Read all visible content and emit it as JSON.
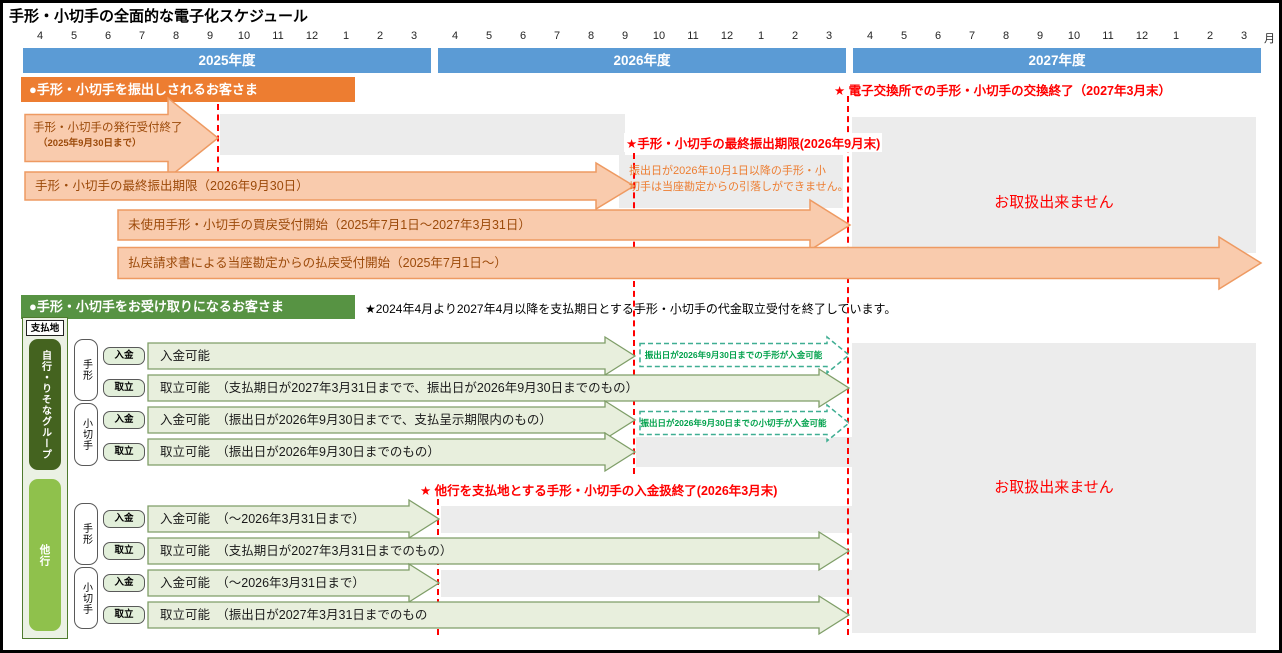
{
  "title": "手形・小切手の全面的な電子化スケジュール",
  "timeline": {
    "months": [
      "4",
      "5",
      "6",
      "7",
      "8",
      "9",
      "10",
      "11",
      "12",
      "1",
      "2",
      "3"
    ],
    "month_unit": "月",
    "years": [
      "2025年度",
      "2026年度",
      "2027年度"
    ]
  },
  "common": {
    "not_available": "お取扱出来ません"
  },
  "issuer": {
    "header": "●手形・小切手を振出しされるお客さま",
    "milestone_exchange_end": "★ 電子交換所での手形・小切手の交換終了（2027年3月末）",
    "milestone_final_issue": "★手形・小切手の最終振出期限(2026年9月末)",
    "note": [
      "振出日が2026年10月1日以降の手形・小",
      "切手は当座勘定からの引落しができません。"
    ],
    "arrows": [
      {
        "line1": "手形・小切手の発行受付終了",
        "line2": "（2025年9月30日まで）"
      },
      {
        "label": "手形・小切手の最終振出期限（2026年9月30日）"
      },
      {
        "label": "未使用手形・小切手の買戻受付開始（2025年7月1日～2027年3月31日）"
      },
      {
        "label": "払戻請求書による当座勘定からの払戻受付開始（2025年7月1日～）"
      }
    ]
  },
  "receiver": {
    "header": "●手形・小切手をお受け取りになるお客さま",
    "note_2024": "★2024年4月より2027年4月以降を支払期日とする手形・小切手の代金取立受付を終了しています。",
    "payment_place": "支払地",
    "own_bank": {
      "bank_label": "自行・りそなグループ",
      "rows": [
        {
          "category": "手形",
          "type": "入金",
          "label": "入金可能"
        },
        {
          "category": "手形",
          "type": "取立",
          "label": "取立可能　（支払期日が2027年3月31日までで、振出日が2026年9月30日までのもの）"
        },
        {
          "category": "小切手",
          "type": "入金",
          "label": "入金可能　（振出日が2026年9月30日までで、支払呈示期限内のもの）"
        },
        {
          "category": "小切手",
          "type": "取立",
          "label": "取立可能　（振出日が2026年9月30日までのもの）"
        }
      ],
      "callouts": [
        "振出日が2026年9月30日までの手形が入金可能",
        "振出日が2026年9月30日までの小切手が入金可能"
      ]
    },
    "other_bank": {
      "bank_label": "他行",
      "milestone": "★ 他行を支払地とする手形・小切手の入金扱終了(2026年3月末)",
      "rows": [
        {
          "category": "手形",
          "type": "入金",
          "label": "入金可能　（～2026年3月31日まで）"
        },
        {
          "category": "手形",
          "type": "取立",
          "label": "取立可能　（支払期日が2027年3月31日までのもの）"
        },
        {
          "category": "小切手",
          "type": "入金",
          "label": "入金可能　（～2026年3月31日まで）"
        },
        {
          "category": "小切手",
          "type": "取立",
          "label": "取立可能　（振出日が2027年3月31日までのもの"
        }
      ]
    }
  },
  "colors": {
    "year_bar_blue": "#5b9bd5",
    "issuer_orange": "#ed7d31",
    "orange_arrow_fill": "#f9cbad",
    "receiver_green": "#579343",
    "green_arrow_fill": "#e8efdd",
    "own_bank_dark_green": "#44631f",
    "other_bank_light_green": "#8fc14c",
    "deadline_red": "#ff0000",
    "unavailable_gray": "#ececec"
  }
}
